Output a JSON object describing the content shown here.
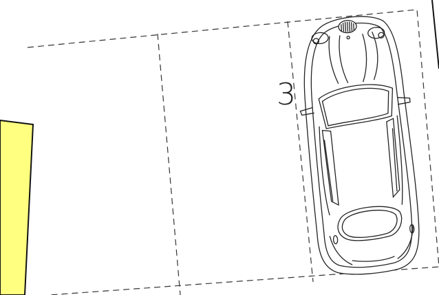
{
  "worksheet": {
    "spaces": [
      {
        "id": "space-1",
        "occupied": false,
        "label": ""
      },
      {
        "id": "space-2",
        "occupied": false,
        "label": ""
      },
      {
        "id": "space-3",
        "occupied": true,
        "label": "3"
      }
    ],
    "car": {
      "icon": "car-top-view-icon",
      "color": "#ffffff"
    },
    "sticky_note": {
      "color": "#ffff80"
    },
    "line_color": "#222222"
  }
}
